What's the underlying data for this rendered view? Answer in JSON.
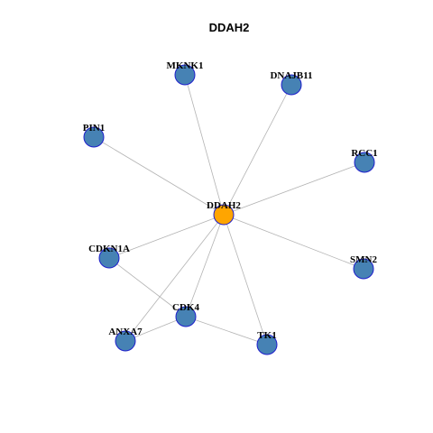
{
  "title": "DDAH2",
  "colors": {
    "hub_fill": "#FFA500",
    "node_fill": "#4682B4",
    "node_stroke": "#1E1ECC",
    "edge": "#B3B3B3"
  },
  "nodes": [
    {
      "id": "DDAH2",
      "label": "DDAH2",
      "type": "hub"
    },
    {
      "id": "MKNK1",
      "label": "MKNK1",
      "type": "neighbor"
    },
    {
      "id": "DNAJB11",
      "label": "DNAJB11",
      "type": "neighbor"
    },
    {
      "id": "PIN1",
      "label": "PIN1",
      "type": "neighbor"
    },
    {
      "id": "RCC1",
      "label": "RCC1",
      "type": "neighbor"
    },
    {
      "id": "CDKN1A",
      "label": "CDKN1A",
      "type": "neighbor"
    },
    {
      "id": "SMN2",
      "label": "SMN2",
      "type": "neighbor"
    },
    {
      "id": "CDK4",
      "label": "CDK4",
      "type": "neighbor"
    },
    {
      "id": "ANXA7",
      "label": "ANXA7",
      "type": "neighbor"
    },
    {
      "id": "TK1",
      "label": "TK1",
      "type": "neighbor"
    }
  ],
  "edges": [
    [
      "DDAH2",
      "MKNK1"
    ],
    [
      "DDAH2",
      "DNAJB11"
    ],
    [
      "DDAH2",
      "PIN1"
    ],
    [
      "DDAH2",
      "RCC1"
    ],
    [
      "DDAH2",
      "CDKN1A"
    ],
    [
      "DDAH2",
      "SMN2"
    ],
    [
      "DDAH2",
      "CDK4"
    ],
    [
      "DDAH2",
      "ANXA7"
    ],
    [
      "DDAH2",
      "TK1"
    ],
    [
      "CDKN1A",
      "CDK4"
    ],
    [
      "ANXA7",
      "CDK4"
    ],
    [
      "CDK4",
      "TK1"
    ]
  ]
}
